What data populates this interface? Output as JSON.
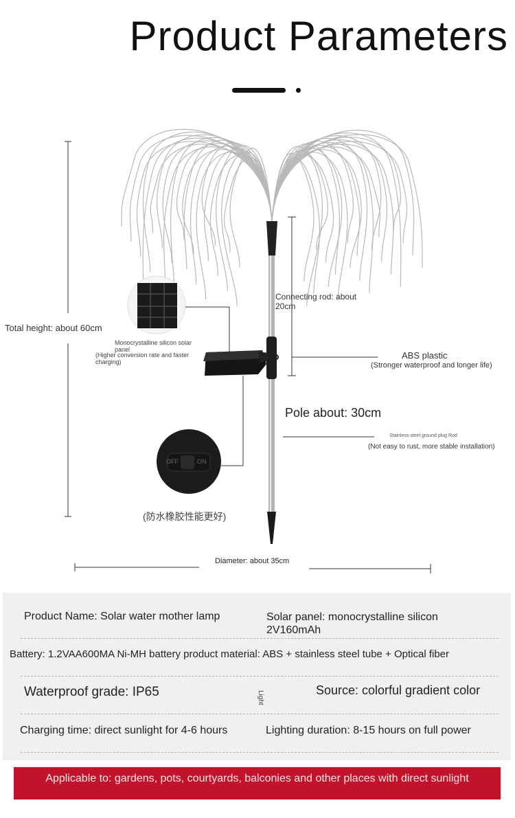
{
  "title": "Product Parameters",
  "annotations": {
    "total_height": "Total height: about 60cm",
    "solar_panel": "Monocrystalline silicon solar panel",
    "solar_panel_note": "(Higher conversion rate and faster charging)",
    "connecting_rod": "Connecting rod: about 20cm",
    "abs": "ABS plastic",
    "abs_note": "(Stronger waterproof and longer life)",
    "pole": "Pole about: 30cm",
    "ground_plug": "Stainless steel ground plug Rod",
    "ground_plug_note": "(Not easy to rust, more stable installation)",
    "rubber_note": "(防水橡胶性能更好)",
    "diameter": "Diameter: about 35cm",
    "switch_off": "OFF",
    "switch_on": "ON"
  },
  "params": {
    "product_name": "Product Name: Solar water mother lamp",
    "solar_panel": "Solar panel: monocrystalline silicon 2V160mAh",
    "battery": "Battery: 1.2VAA600MA Ni-MH battery product material: ABS + stainless steel tube + Optical fiber",
    "waterproof": "Waterproof grade: IP65",
    "light_vertical": "Light",
    "source": "Source: colorful gradient color",
    "charging": "Charging time: direct sunlight for 4-6 hours",
    "lighting": "Lighting duration: 8-15 hours on full power"
  },
  "banner": "Applicable to: gardens, pots, courtyards, balconies and other places with direct sunlight",
  "colors": {
    "banner": "#c3132a",
    "panel_bg": "#f0f0f0",
    "fiber": "#b8b8b8"
  }
}
